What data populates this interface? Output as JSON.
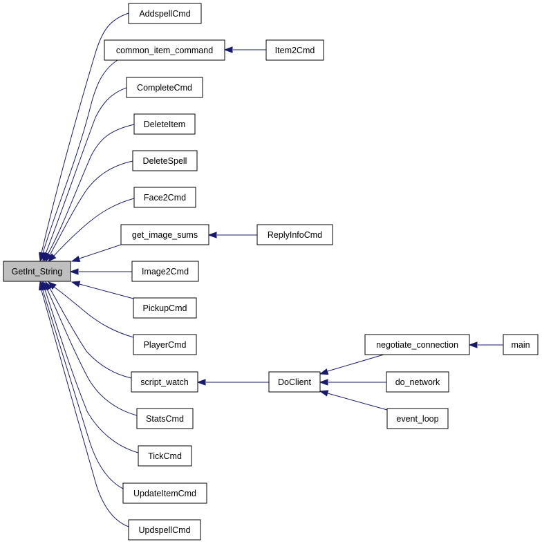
{
  "colors": {
    "edge": "#191970",
    "root_fill": "#bfbfbf",
    "node_fill": "#ffffff",
    "node_border": "#000000"
  },
  "nodes": {
    "getint_string": "GetInt_String",
    "addspellcmd": "AddspellCmd",
    "common_item_command": "common_item_command",
    "item2cmd": "Item2Cmd",
    "completecmd": "CompleteCmd",
    "deleteitem": "DeleteItem",
    "deletespell": "DeleteSpell",
    "face2cmd": "Face2Cmd",
    "get_image_sums": "get_image_sums",
    "replyinfocmd": "ReplyInfoCmd",
    "image2cmd": "Image2Cmd",
    "pickupcmd": "PickupCmd",
    "playercmd": "PlayerCmd",
    "script_watch": "script_watch",
    "doclient": "DoClient",
    "negotiate_connection": "negotiate_connection",
    "main": "main",
    "do_network": "do_network",
    "event_loop": "event_loop",
    "statscmd": "StatsCmd",
    "tickcmd": "TickCmd",
    "updateitemcmd": "UpdateItemCmd",
    "updspellcmd": "UpdspellCmd"
  },
  "edges": [
    {
      "from": "addspellcmd",
      "to": "getint_string"
    },
    {
      "from": "common_item_command",
      "to": "getint_string"
    },
    {
      "from": "item2cmd",
      "to": "common_item_command"
    },
    {
      "from": "completecmd",
      "to": "getint_string"
    },
    {
      "from": "deleteitem",
      "to": "getint_string"
    },
    {
      "from": "deletespell",
      "to": "getint_string"
    },
    {
      "from": "face2cmd",
      "to": "getint_string"
    },
    {
      "from": "get_image_sums",
      "to": "getint_string"
    },
    {
      "from": "replyinfocmd",
      "to": "get_image_sums"
    },
    {
      "from": "image2cmd",
      "to": "getint_string"
    },
    {
      "from": "pickupcmd",
      "to": "getint_string"
    },
    {
      "from": "playercmd",
      "to": "getint_string"
    },
    {
      "from": "script_watch",
      "to": "getint_string"
    },
    {
      "from": "doclient",
      "to": "script_watch"
    },
    {
      "from": "negotiate_connection",
      "to": "doclient"
    },
    {
      "from": "main",
      "to": "negotiate_connection"
    },
    {
      "from": "do_network",
      "to": "doclient"
    },
    {
      "from": "event_loop",
      "to": "doclient"
    },
    {
      "from": "statscmd",
      "to": "getint_string"
    },
    {
      "from": "tickcmd",
      "to": "getint_string"
    },
    {
      "from": "updateitemcmd",
      "to": "getint_string"
    },
    {
      "from": "updspellcmd",
      "to": "getint_string"
    }
  ]
}
